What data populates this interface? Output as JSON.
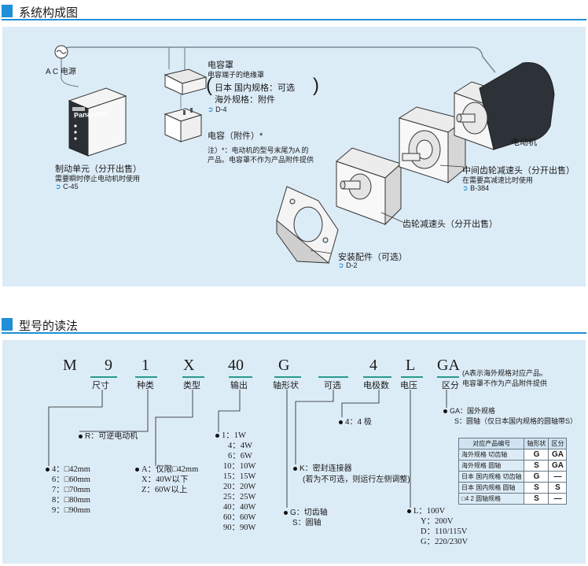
{
  "section1": {
    "title": "系统构成图"
  },
  "section2": {
    "title": "型号的读法"
  },
  "system": {
    "ac_label": "A C  电源",
    "brake_unit": {
      "title": "制动单元（分开出售）",
      "note": "需要瞬时停止电动机时使用",
      "ref": "C-45"
    },
    "capacitor_cap": {
      "title": "电容罩",
      "subtitle": "电容端子的绝缘罩",
      "line1": "日本 国内规格：可选",
      "line2": "海外规格：附件",
      "ref": "D-4"
    },
    "capacitor": {
      "title": "电容（附件）*",
      "note1": "注）*：电动机的型号末尾为A 的",
      "note2": "产品。电容罩不作为产品附件提供"
    },
    "motor": {
      "title": "电动机"
    },
    "mid_gear": {
      "title": "中间齿轮减速头（分开出售）",
      "note": "在需要高减速比时使用",
      "ref": "B-384"
    },
    "gear_head": {
      "title": "齿轮减速头（分开出售）"
    },
    "bracket": {
      "title": "安装配件（可选）",
      "ref": "D-2"
    },
    "brake_badge": "Panasonic"
  },
  "model": {
    "codes": [
      "M",
      "9",
      "1",
      "X",
      "40",
      "G",
      "",
      "4",
      "L",
      "GA"
    ],
    "labels": [
      "尺寸",
      "种类",
      "类型",
      "输出",
      "轴形状",
      "可选",
      "电极数",
      "电压",
      "区分"
    ],
    "ga_note1": "(A表示海外规格对应产品。",
    "ga_note2": "电容罩不作为产品附件提供",
    "type_r": "R：可逆电动机",
    "sizes": [
      "4：□42mm",
      "6：□60mm",
      "7：□70mm",
      "8：□80mm",
      "9：□90mm"
    ],
    "types": [
      "A：仅限□42mm",
      "X：40W以下",
      "Z：60W以上"
    ],
    "outputs": [
      "1：1W",
      "4：4W",
      "6：6W",
      "10：10W",
      "15：15W",
      "20：20W",
      "25：25W",
      "40：40W",
      "60：60W",
      "90：90W"
    ],
    "option1": "K：密封连接器",
    "option2": "(若为不可选，则运行左侧调整)",
    "shafts": [
      "G：切齿轴",
      "S：圆轴"
    ],
    "poles": "4：4 极",
    "voltages": [
      "L：100V",
      "Y：200V",
      "D：110/115V",
      "G：220/230V"
    ],
    "divisions": [
      "GA：国外规格",
      "S：圆轴（仅日本国内规格的圆轴带S）"
    ],
    "table": {
      "headers": [
        "对应产品编号",
        "轴形状",
        "区分"
      ],
      "rows": [
        [
          "海外规格  切齿轴",
          "G",
          "GA"
        ],
        [
          "海外规格  圆轴",
          "S",
          "GA"
        ],
        [
          "日本 国内规格  切齿轴",
          "G",
          "—"
        ],
        [
          "日本 国内规格  圆轴",
          "S",
          "S"
        ],
        [
          "□4 2  圆轴规格",
          "S",
          "—"
        ]
      ]
    }
  }
}
